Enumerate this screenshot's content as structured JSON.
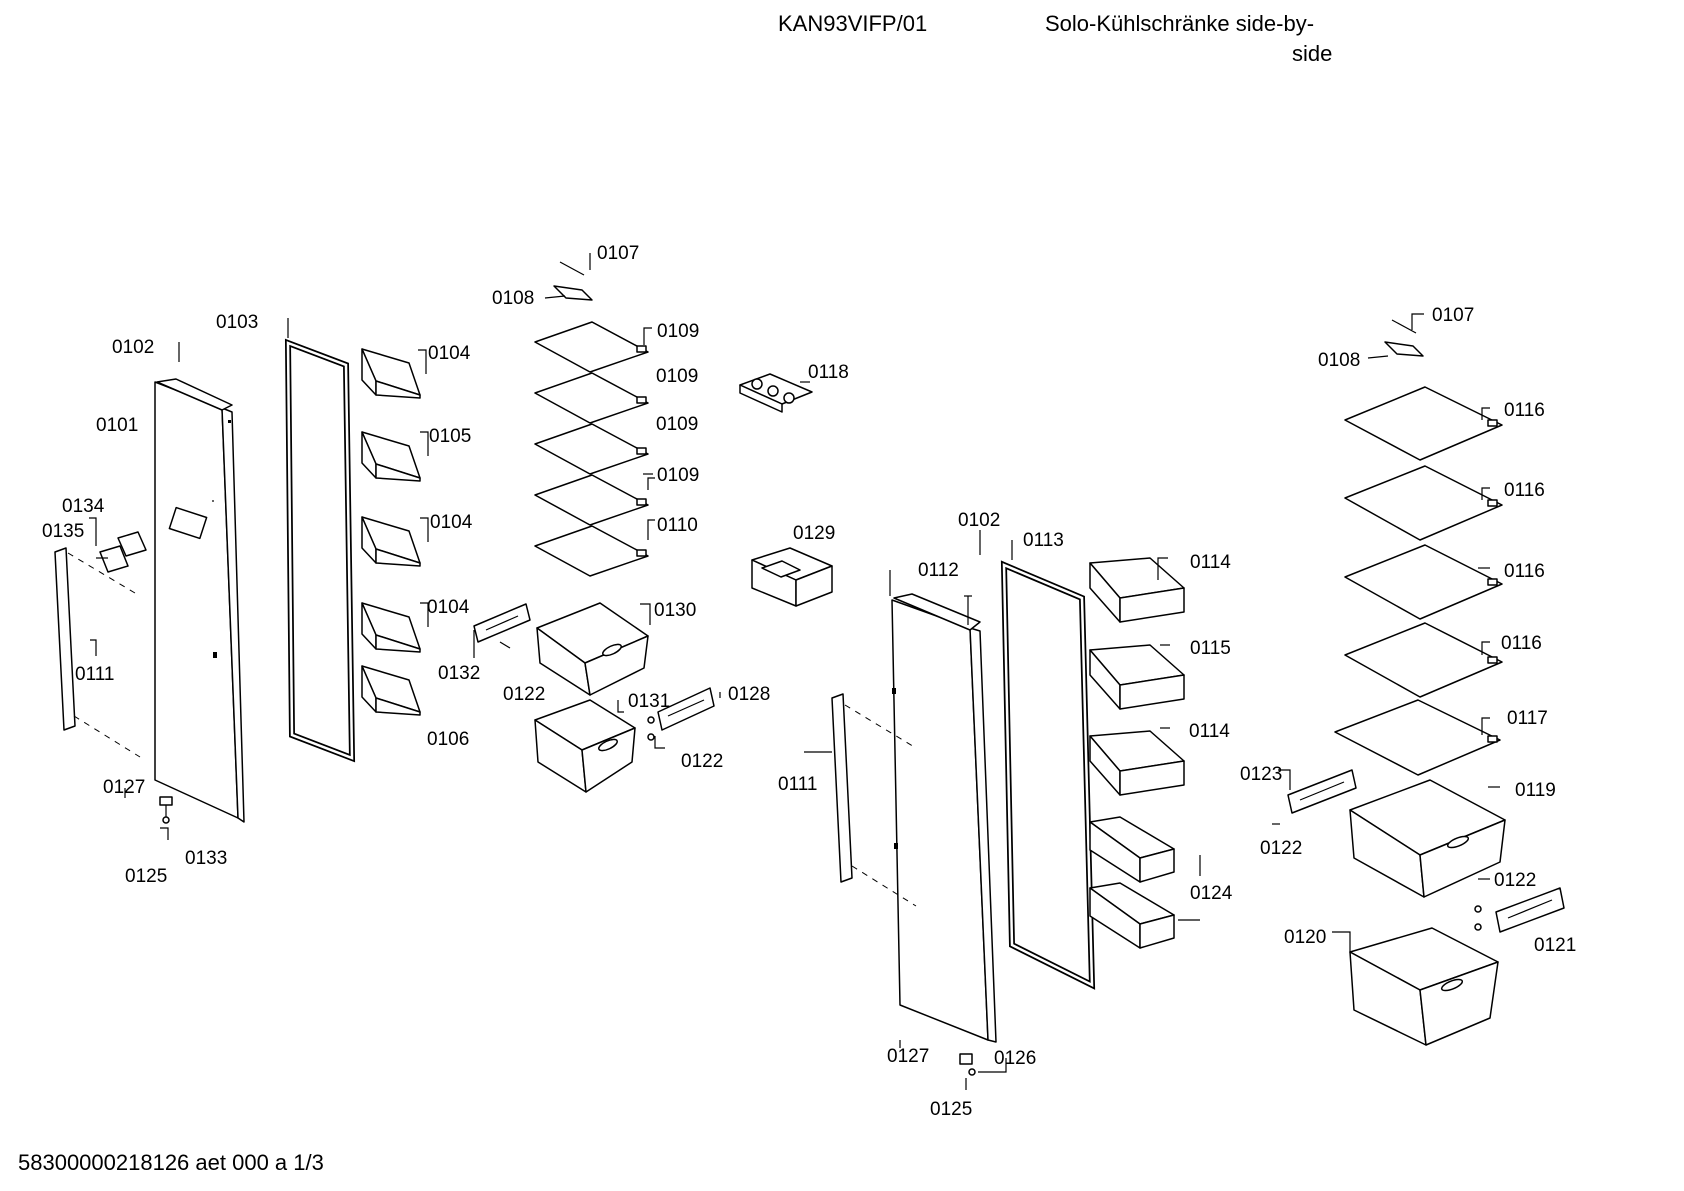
{
  "header": {
    "model": "KAN93VIFP/01",
    "title_line1": "Solo-Kühlschränke side-by-",
    "title_line2": "side"
  },
  "footer": {
    "document_id": "58300000218126 aet 000 a 1/3"
  },
  "labels": {
    "l0101": "0101",
    "l0102a": "0102",
    "l0103": "0103",
    "l0104a": "0104",
    "l0105": "0105",
    "l0104b": "0104",
    "l0104c": "0104",
    "l0106": "0106",
    "l0107a": "0107",
    "l0108a": "0108",
    "l0109a": "0109",
    "l0109b": "0109",
    "l0109c": "0109",
    "l0109d": "0109",
    "l0110": "0110",
    "l0118": "0118",
    "l0129": "0129",
    "l0130": "0130",
    "l0131": "0131",
    "l0132": "0132",
    "l0122a": "0122",
    "l0122b": "0122",
    "l0128": "0128",
    "l0134": "0134",
    "l0135": "0135",
    "l0111a": "0111",
    "l0127a": "0127",
    "l0133": "0133",
    "l0125a": "0125",
    "l0102b": "0102",
    "l0112": "0112",
    "l0113": "0113",
    "l0114a": "0114",
    "l0115": "0115",
    "l0114b": "0114",
    "l0124": "0124",
    "l0111b": "0111",
    "l0127b": "0127",
    "l0126": "0126",
    "l0125b": "0125",
    "l0107b": "0107",
    "l0108b": "0108",
    "l0116a": "0116",
    "l0116b": "0116",
    "l0116c": "0116",
    "l0116d": "0116",
    "l0117": "0117",
    "l0123": "0123",
    "l0119": "0119",
    "l0122c": "0122",
    "l0122d": "0122",
    "l0121": "0121",
    "l0120": "0120"
  }
}
